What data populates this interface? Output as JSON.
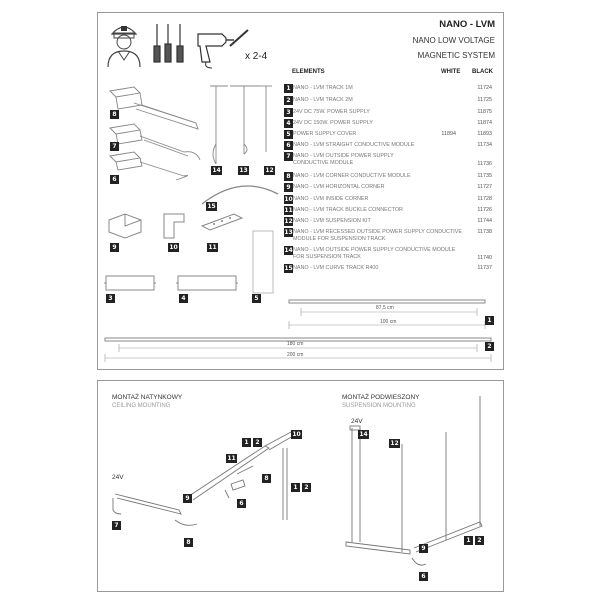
{
  "header": {
    "title": "NANO - LVM",
    "subtitle1": "NANO LOW VOLTAGE",
    "subtitle2": "MAGNETIC SYSTEM",
    "multiplier": "x 2-4"
  },
  "elements_table": {
    "col_elements": "ELEMENTS",
    "col_white": "WHITE",
    "col_black": "BLACK",
    "rows": [
      {
        "num": "1",
        "name": "NANO - LVM TRACK 1M",
        "white": "",
        "black": "11724"
      },
      {
        "num": "2",
        "name": "NANO - LVM TRACK 2M",
        "white": "",
        "black": "11725"
      },
      {
        "num": "3",
        "name": "24V DC 75W. POWER SUPPLY",
        "white": "",
        "black": "11875"
      },
      {
        "num": "4",
        "name": "24V DC 150W. POWER SUPPLY",
        "white": "",
        "black": "11874"
      },
      {
        "num": "5",
        "name": "POWER SUPPLY COVER",
        "white": "11894",
        "black": "11893"
      },
      {
        "num": "6",
        "name": "NANO - LVM STRAIGHT CONDUCTIVE MODULE",
        "white": "",
        "black": "11734"
      },
      {
        "num": "7",
        "name": "NANO - LVM OUTSIDE POWER SUPPLY",
        "name2": "CONDUCTIVE MODULE",
        "white": "",
        "black": "11736"
      },
      {
        "num": "8",
        "name": "NANO - LVM CORNER CONDUCTIVE MODULE",
        "white": "",
        "black": "11735"
      },
      {
        "num": "9",
        "name": "NANO - LVM HORIZONTAL CORNER",
        "white": "",
        "black": "11727"
      },
      {
        "num": "10",
        "name": "NANO - LVM INSIDE CORNER",
        "white": "",
        "black": "11728"
      },
      {
        "num": "11",
        "name": "NANO - LVM TRACK BUCKLE CONNECTOR",
        "white": "",
        "black": "11726"
      },
      {
        "num": "12",
        "name": "NANO - LVM SUSPENSION KIT",
        "white": "",
        "black": "11744"
      },
      {
        "num": "13",
        "name": "NANO - LVM RECESSED OUTSIDE POWER SUPPLY CONDUCTIVE",
        "name2": "MODULE FOR SUSPENSION TRACK",
        "white": "",
        "black": "11738"
      },
      {
        "num": "14",
        "name": "NANO - LVM OUTSIDE POWER SUPPLY CONDUCTIVE MODULE",
        "name2": "FOR SUSPENSION TRACK",
        "white": "",
        "black": "11740"
      },
      {
        "num": "15",
        "name": "NANO - LVM CURVE TRACK R400",
        "white": "",
        "black": "11737"
      }
    ]
  },
  "parts_badges": {
    "b8": "8",
    "b7": "7",
    "b6": "6",
    "b14": "14",
    "b13": "13",
    "b12": "12",
    "b15": "15",
    "b9": "9",
    "b10": "10",
    "b11": "11",
    "b3": "3",
    "b4": "4",
    "b5": "5"
  },
  "tracks": {
    "t1_inner": "87,5 cm",
    "t1_outer": "100 cm",
    "t1_badge": "1",
    "t2_inner": "180 cm",
    "t2_outer": "200 cm",
    "t2_badge": "2"
  },
  "ceiling": {
    "title": "MONTAŻ NATYNKOWY",
    "subtitle": "CEILING MOUNTING",
    "voltage": "24V",
    "b1": "1",
    "b2": "2",
    "b10": "10",
    "b11": "11",
    "b9": "9",
    "b6": "6",
    "b8": "8",
    "b7": "7",
    "b8b": "8",
    "b1b": "1",
    "b2b": "2"
  },
  "suspension": {
    "title": "MONTAŻ PODWIESZONY",
    "subtitle": "SUSPENSION MOUNTING",
    "voltage": "24V",
    "b14": "14",
    "b12": "12",
    "b1": "1",
    "b2": "2",
    "b9": "9",
    "b6": "6"
  }
}
